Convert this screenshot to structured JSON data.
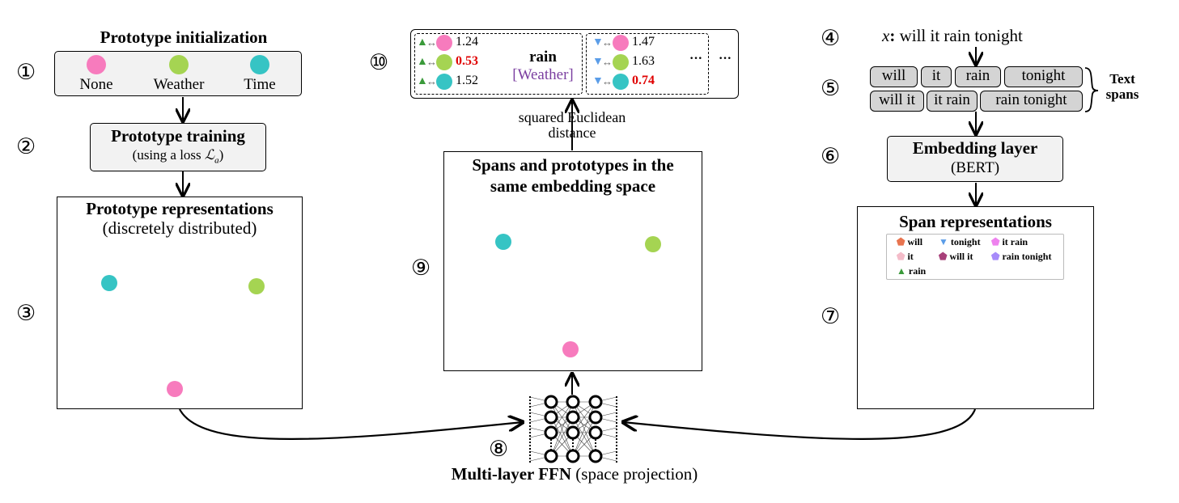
{
  "colors": {
    "none": "#f77bbd",
    "weather": "#a5d452",
    "time": "#36c4c4",
    "red": "#e00000",
    "purple": "#7b3fa0",
    "grey_box": "#f2f2f2",
    "chip": "#d4d4d4"
  },
  "steps": {
    "s1": "①",
    "s2": "②",
    "s3": "③",
    "s4": "④",
    "s5": "⑤",
    "s6": "⑥",
    "s7": "⑦",
    "s8": "⑧",
    "s9": "⑨",
    "s10": "⑩"
  },
  "proto_init": {
    "title": "Prototype initialization",
    "labels": [
      "None",
      "Weather",
      "Time"
    ]
  },
  "proto_training": {
    "title": "Prototype training",
    "sub_prefix": "(using a loss ",
    "loss_symbol": "ℒ",
    "loss_sub": "a",
    "sub_suffix": ")"
  },
  "proto_repr": {
    "title": "Prototype representations",
    "subtitle": "(discretely distributed)"
  },
  "ffn": {
    "title_bold": "Multi-layer FFN",
    "title_rest": " (space projection)"
  },
  "same_space": {
    "title_line1": "Spans and prototypes in the",
    "title_line2": "same embedding space"
  },
  "distance": {
    "line1": "squared Euclidean",
    "line2": "distance"
  },
  "results": {
    "group1": [
      "1.24",
      "0.53",
      "1.52"
    ],
    "group2": [
      "1.47",
      "1.63",
      "0.74"
    ],
    "word": "rain",
    "label": "[Weather]",
    "ellipsis1": "···",
    "ellipsis2": "···"
  },
  "input": {
    "var": "x",
    "colon": ":",
    "sentence": " will it rain tonight"
  },
  "spans": {
    "row1": [
      "will",
      "it",
      "rain",
      "tonight"
    ],
    "row2": [
      "will it",
      "it rain",
      "rain tonight"
    ],
    "label_line1": "Text",
    "label_line2": "spans"
  },
  "embedding": {
    "title": "Embedding layer",
    "subtitle": "(BERT)"
  },
  "span_repr": {
    "title": "Span representations",
    "legend": [
      "will",
      "it",
      "rain",
      "tonight",
      "will it",
      "it rain",
      "rain tonight"
    ]
  }
}
